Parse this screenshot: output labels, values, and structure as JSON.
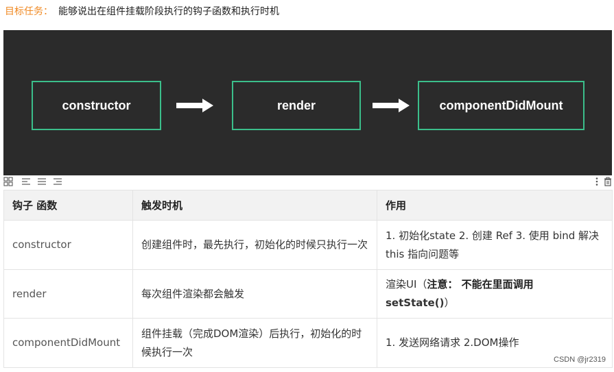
{
  "header": {
    "tag": "目标任务：",
    "text": "能够说出在组件挂载阶段执行的钩子函数和执行时机"
  },
  "diagram": {
    "steps": [
      "constructor",
      "render",
      "componentDidMount"
    ],
    "accent_color": "#3bbf8b",
    "background_color": "#2b2b2b",
    "arrow_icon": "arrow-right-icon"
  },
  "toolbar": {
    "icons": [
      "grid-icon",
      "align-left-icon",
      "align-center-icon",
      "align-right-icon",
      "more-vertical-icon",
      "trash-icon"
    ]
  },
  "table": {
    "headers": [
      "钩子 函数",
      "触发时机",
      "作用"
    ],
    "rows": [
      {
        "hook": "constructor",
        "trigger": "创建组件时，最先执行，初始化的时候只执行一次",
        "effect": "1. 初始化state  2. 创建 Ref 3. 使用 bind 解决 this 指向问题等"
      },
      {
        "hook": "render",
        "trigger": "每次组件渲染都会触发",
        "effect_prefix": "渲染UI（",
        "effect_bold": "注意：  不能在里面调用",
        "effect_code": "setState()",
        "effect_suffix": "）"
      },
      {
        "hook": "componentDidMount",
        "trigger": "组件挂载（完成DOM渲染）后执行，初始化的时候执行一次",
        "effect": "1. 发送网络请求  2.DOM操作"
      }
    ]
  },
  "footer": {
    "credit": "CSDN @jr2319"
  }
}
